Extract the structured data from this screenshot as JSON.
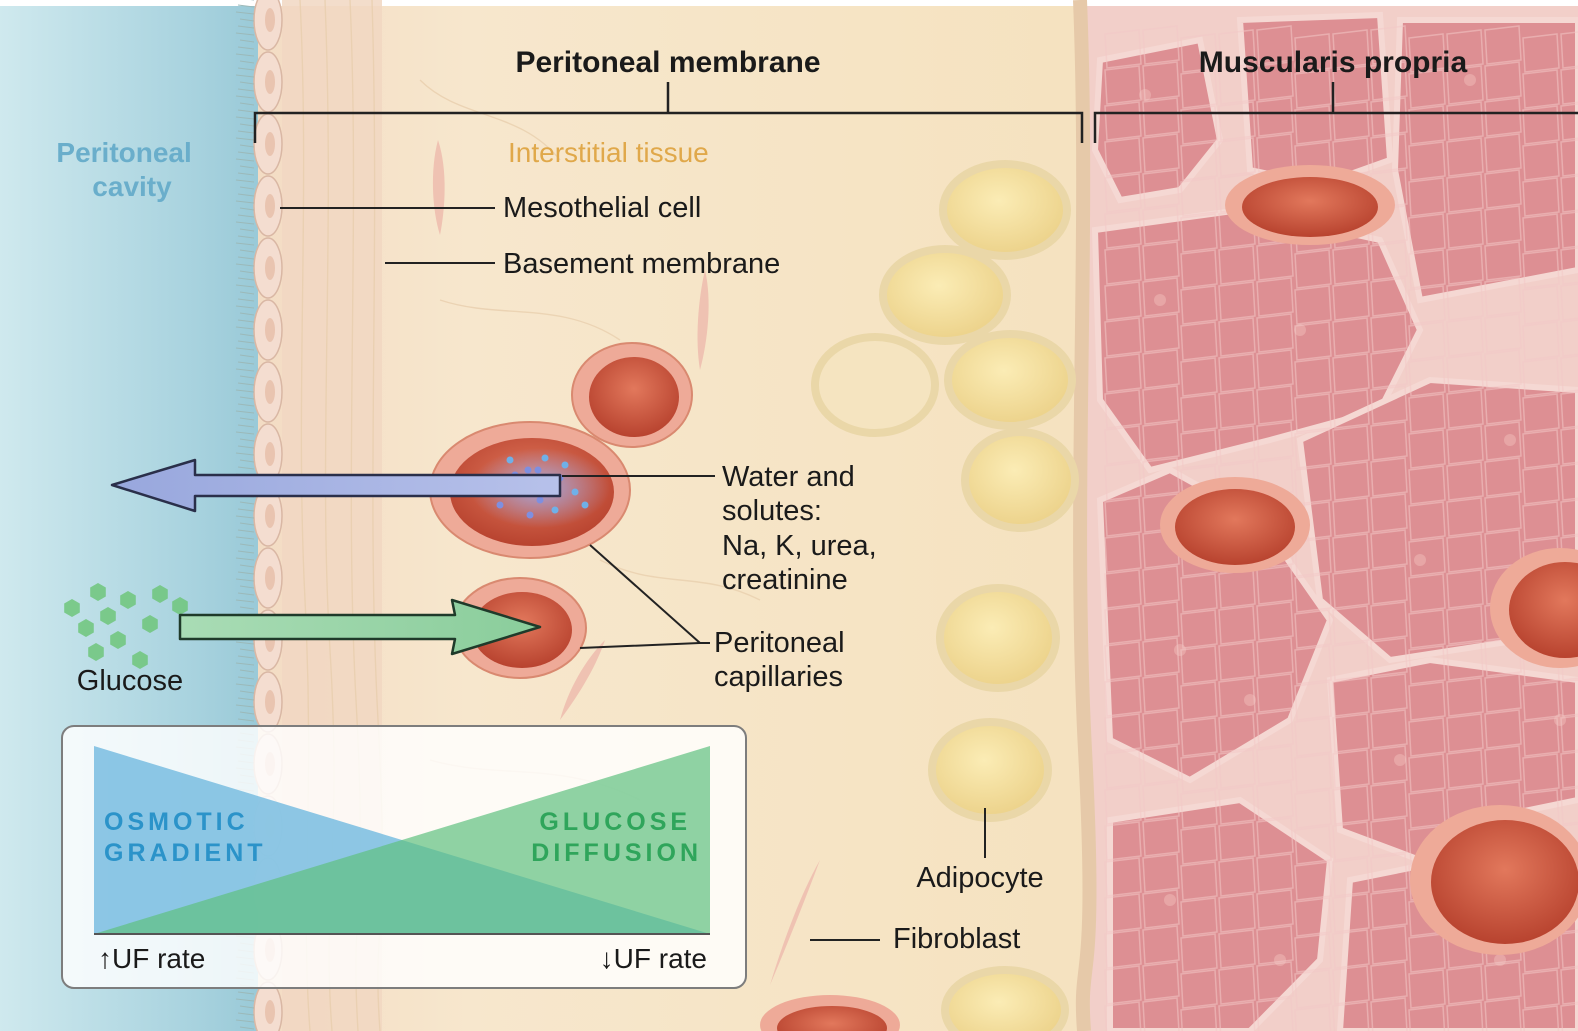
{
  "headings": {
    "peritoneal_membrane": "Peritoneal membrane",
    "muscularis_propria": "Muscularis propria"
  },
  "labels": {
    "peritoneal_cavity": [
      "Peritoneal",
      "cavity"
    ],
    "interstitial_tissue": "Interstitial tissue",
    "mesothelial_cell": "Mesothelial cell",
    "basement_membrane": "Basement membrane",
    "water_solutes": [
      "Water and",
      "solutes:",
      "Na, K, urea,",
      "creatinine"
    ],
    "peritoneal_capillaries": [
      "Peritoneal",
      "capillaries"
    ],
    "glucose": "Glucose",
    "adipocyte": "Adipocyte",
    "fibroblast": "Fibroblast"
  },
  "inset": {
    "osmotic": [
      "OSMOTIC",
      "GRADIENT"
    ],
    "glucose_diffusion": [
      "GLUCOSE",
      "DIFFUSION"
    ],
    "uf_up": "↑UF rate",
    "uf_down": "↓UF rate"
  },
  "colors": {
    "cavity_blue": "#a9d3df",
    "label_blue": "#6aaecb",
    "interstitial_orange": "#e0a84a",
    "tissue_cream": "#f6e6c6",
    "muscle_bg": "#f0c9c6",
    "muscle_cell": "#d98a8e",
    "capillary_wall": "#eeaa98",
    "capillary_lumen": "#c7503a",
    "adipocyte": "#f2d98e",
    "osmotic_blue": "#2b93c9",
    "glucose_green": "#2fa55b",
    "arrow_blue": "#8f9fd6",
    "arrow_green": "#9fd6a9"
  }
}
